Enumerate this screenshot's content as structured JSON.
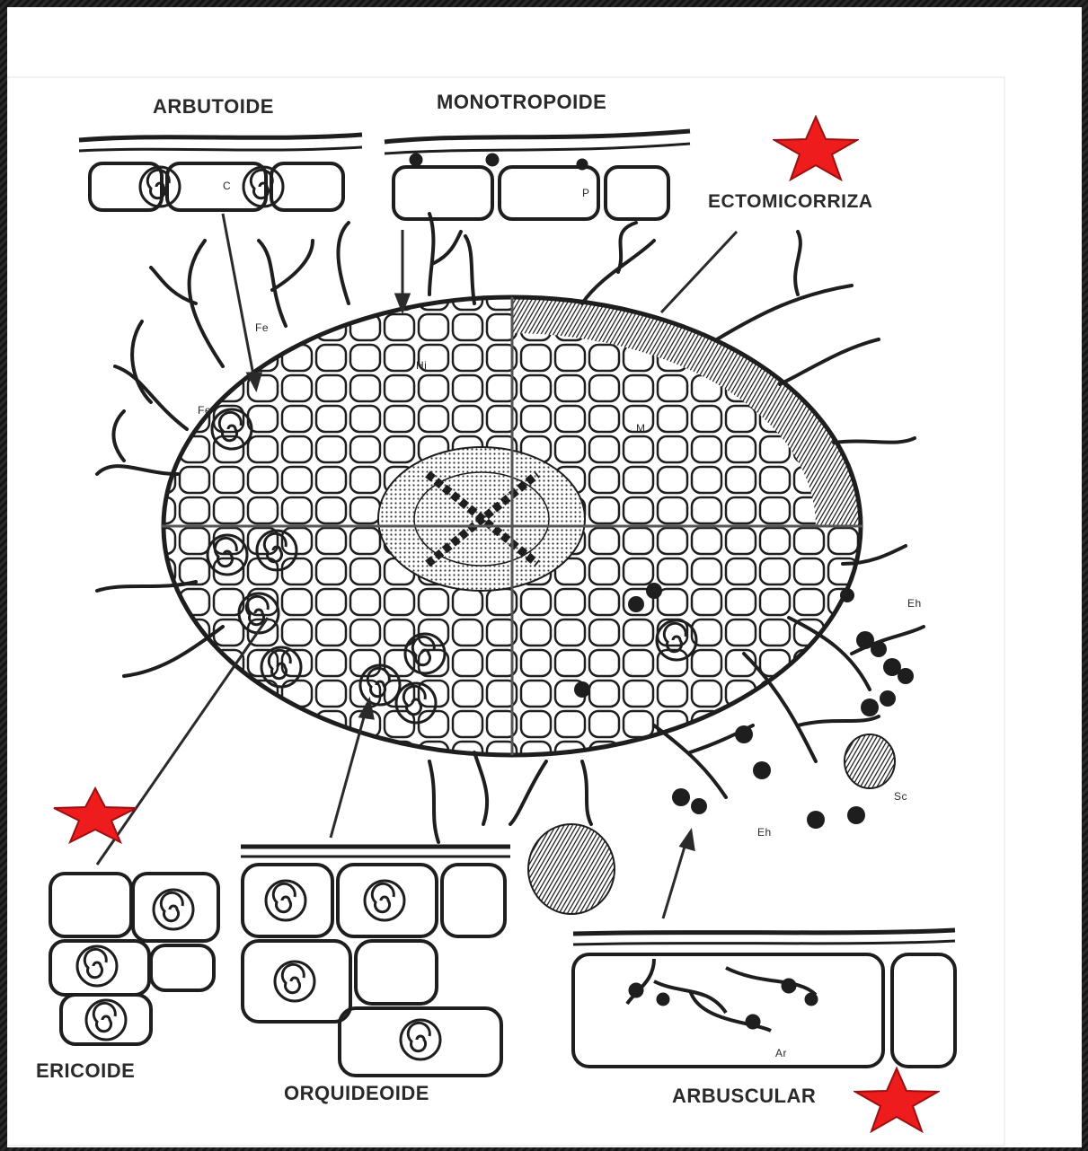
{
  "labels": {
    "arbutoide": "ARBUTOIDE",
    "monotropoide": "MONOTROPOIDE",
    "ectomicorriza": "ECTOMICORRIZA",
    "ericoide": "ERICOIDE",
    "orquideoide": "ORQUIDEOIDE",
    "arbuscular": "ARBUSCULAR"
  },
  "small_labels": {
    "fe_top": "Fe",
    "fe_left": "Fe",
    "hi": "Hi",
    "p": "P",
    "c": "C",
    "m": "M",
    "eh_right": "Eh",
    "eh_bottom": "Eh",
    "sc": "Sc",
    "ar": "Ar"
  },
  "colors": {
    "ink": "#1e1e1e",
    "star": "#ee1c1c",
    "star_outline": "#9a1010",
    "frame": "#1c1c1c"
  },
  "icons": {
    "marker": "red-star-icon"
  }
}
